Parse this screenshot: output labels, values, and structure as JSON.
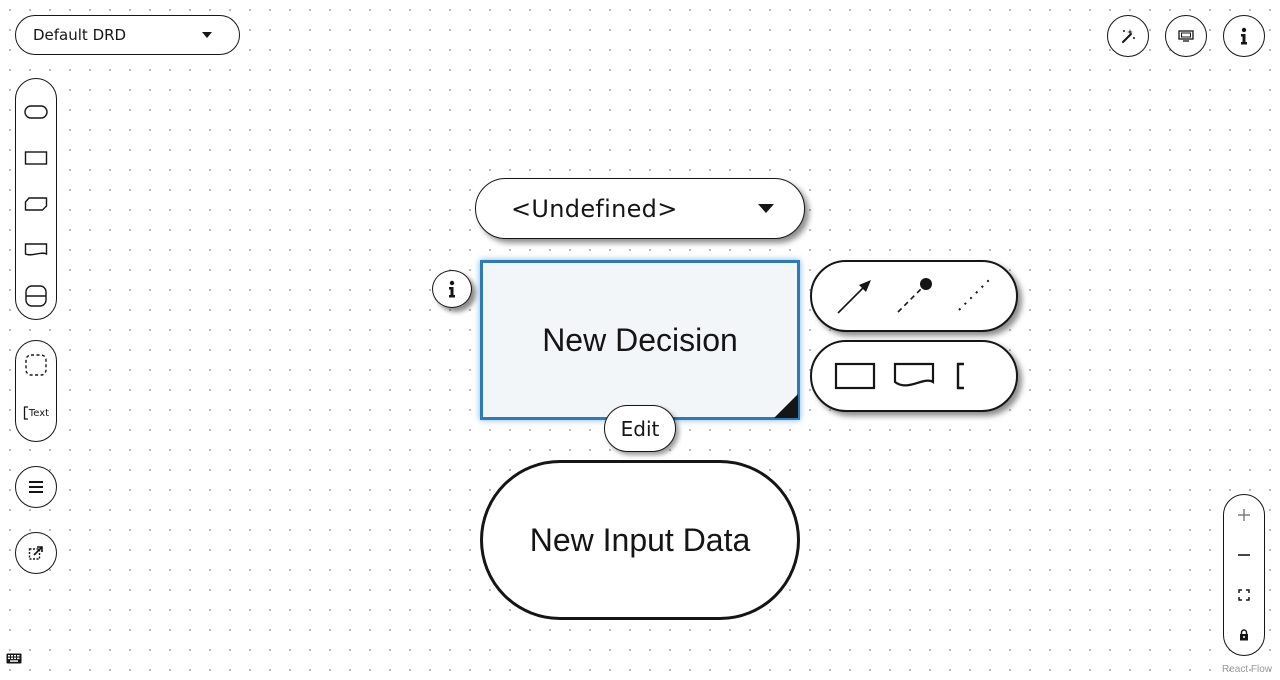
{
  "drd_selector": {
    "value": "Default DRD"
  },
  "palette": {
    "items": [
      {
        "name": "input-data",
        "icon": "rounded-rect-icon"
      },
      {
        "name": "decision",
        "icon": "rectangle-icon"
      },
      {
        "name": "bkm",
        "icon": "cut-corner-rect-icon"
      },
      {
        "name": "knowledge-source",
        "icon": "wavy-rect-icon"
      },
      {
        "name": "decision-service",
        "icon": "divided-rounded-rect-icon"
      }
    ],
    "secondary": [
      {
        "name": "group",
        "icon": "dashed-rect-icon"
      },
      {
        "name": "text-annotation",
        "icon": "text-annotation-icon",
        "label": "Text"
      }
    ]
  },
  "node_type_selector": {
    "value": "<Undefined>"
  },
  "decision_node": {
    "title": "New Decision"
  },
  "edit_button": {
    "label": "Edit"
  },
  "input_data_node": {
    "title": "New Input Data"
  },
  "zoom_controls": {
    "items": [
      "zoom-in",
      "zoom-out",
      "fit-view",
      "lock"
    ]
  },
  "footer": {
    "react_flow": "React Flow"
  },
  "colors": {
    "selection": "#2b7bb9",
    "node_fill": "#f3f6f9",
    "stroke": "#151515"
  }
}
